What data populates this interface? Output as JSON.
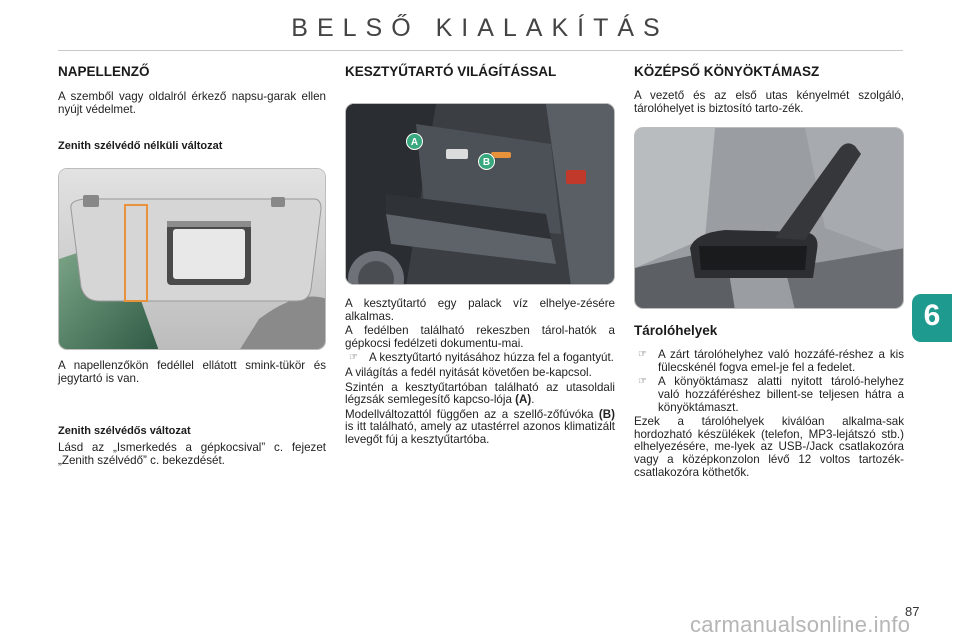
{
  "page_title": "BELSŐ KIALAKÍTÁS",
  "chapter": "6",
  "page_number": "87",
  "watermark": "carmanualsonline.info",
  "col1": {
    "heading": "NAPELLENZŐ",
    "intro": "A szemből vagy oldalról érkező napsu-garak ellen nyújt védelmet.",
    "sub1": "Zenith szélvédő nélküli változat",
    "desc": "A napellenzőkön fedéllel ellátott smink-tükör és jegytartó is van.",
    "sub2": "Zenith szélvédős változat",
    "ref": "Lásd az „Ismerkedés a gépkocsival” c. fejezet „Zenith szélvédő” c. bekezdését."
  },
  "col2": {
    "heading": "KESZTYŰTARTÓ VILÁGÍTÁSSAL",
    "label_a": "A",
    "label_b": "B",
    "p1": "A kesztyűtartó egy palack víz elhelye-zésére alkalmas.",
    "p2": "A fedélben található rekeszben tárol-hatók a gépkocsi fedélzeti dokumentu-mai.",
    "bullet1": "A kesztyűtartó nyitásához húzza fel a fogantyút.",
    "p3": "A világítás a fedél nyitását követően be-kapcsol.",
    "p4_pre": "Szintén a kesztyűtartóban található az utasoldali légzsák semlegesítő kapcso-lója ",
    "p4_bold": "(A)",
    "p4_post": ".",
    "p5_pre": "Modellváltozattól függően az a szellő-zőfúvóka ",
    "p5_bold": "(B)",
    "p5_post": " is itt található, amely az utastérrel azonos klimatizált levegőt fúj a kesztyűtartóba."
  },
  "col3": {
    "heading": "KÖZÉPSŐ KÖNYÖKTÁMASZ",
    "intro": "A vezető és az első utas kényelmét szolgáló, tárolóhelyet is biztosító tarto-zék.",
    "sub": "Tárolóhelyek",
    "bullet1": "A zárt tárolóhelyhez való hozzáfé-réshez a kis fülecskénél fogva emel-je fel a fedelet.",
    "bullet2": "A könyöktámasz alatti nyitott tároló-helyhez való hozzáféréshez billent-se teljesen hátra a könyöktámaszt.",
    "p_end": "Ezek a tárolóhelyek kiválóan alkalma-sak hordozható készülékek (telefon, MP3-lejátszó stb.) elhelyezésére, me-lyek az USB-/Jack csatlakozóra vagy a középkonzolon lévő 12 voltos tartozék-csatlakozóra köthetők."
  },
  "bullet_symbol": "☞",
  "colors": {
    "accent": "#1f9a8f",
    "badge": "#3aa87e",
    "orange": "#e8923c"
  }
}
